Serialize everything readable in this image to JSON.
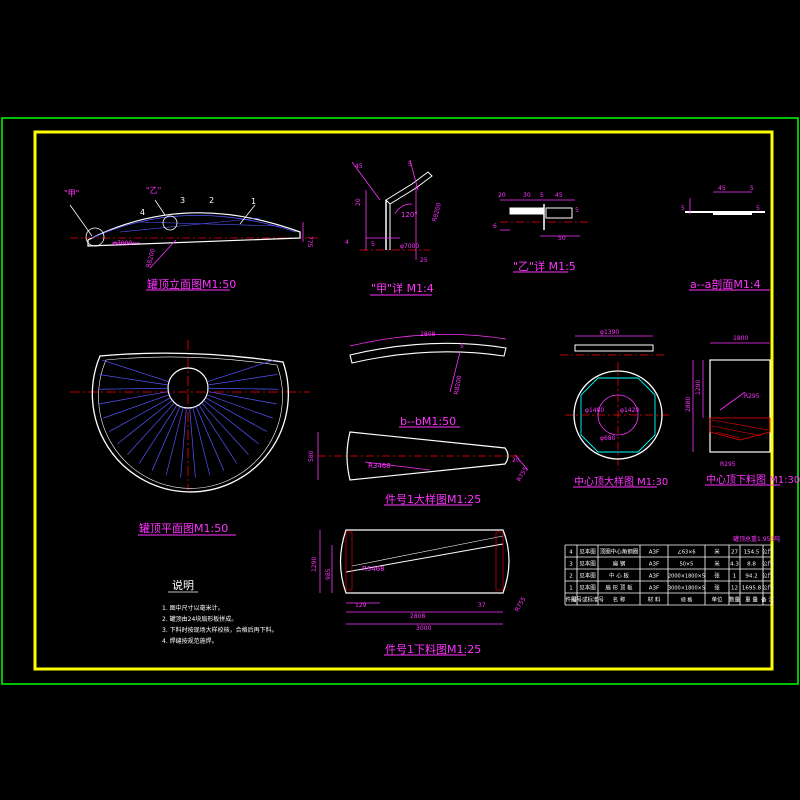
{
  "colors": {
    "background": "#000000",
    "outer_frame": "#00ff00",
    "inner_frame": "#ffff00",
    "title_text": "#ff33ff",
    "dimension": "#ff33ff",
    "geometry": "#ffffff",
    "centerline": "#ff0000",
    "hatch": "#ff0000",
    "rays": "#5555ff"
  },
  "views": {
    "elevation": {
      "title": "罐顶立面图M1:50",
      "callout_jia": "\"甲\"",
      "callout_yi": "\"乙\"",
      "numbers": [
        "1",
        "2",
        "3",
        "4"
      ],
      "dim_phi": "φ7000",
      "dim_r": "R8200",
      "dim_h": "775"
    },
    "detail_jia": {
      "title": "\"甲\"详 M1:4",
      "angle": "120°",
      "dim_r": "R8200",
      "dim_phi": "φ7000",
      "dims": [
        "45",
        "20",
        "5",
        "4",
        "5",
        "25"
      ]
    },
    "detail_yi": {
      "title": "\"乙\"详 M1:5",
      "dims": [
        "20",
        "30",
        "5",
        "45",
        "50",
        "6",
        "5"
      ]
    },
    "section_aa": {
      "title": "a--a剖面M1:4",
      "dims": [
        "45",
        "5",
        "5",
        "5"
      ]
    },
    "plan": {
      "title": "罐顶平面图M1:50"
    },
    "section_bb": {
      "title": "b--bM1:50",
      "dims": [
        "2808",
        "5",
        "R8200"
      ]
    },
    "part1_large": {
      "title": "件号1大样图M1:25",
      "dims": [
        "580",
        "R3468",
        "20",
        "R755"
      ]
    },
    "center_plate": {
      "title": "中心顶大样图 M1:30",
      "dims": [
        "φ1390",
        "φ1480",
        "φ1420",
        "φ680"
      ]
    },
    "center_cut": {
      "title": "中心顶下料图 M1:30",
      "dims": [
        "1800",
        "1290",
        "2880",
        "R295",
        "R295"
      ]
    },
    "part1_cut": {
      "title": "件号1下料图M1:25",
      "dims": [
        "1290",
        "985",
        "R3468",
        "129",
        "2808",
        "37",
        "R755",
        "3000"
      ]
    }
  },
  "notes": {
    "heading": "说明",
    "items": [
      "1. 图中尺寸以毫米计。",
      "2. 罐顶由24块扇形板拼成。",
      "3. 下料时按现场大样校核，合格后再下料。",
      "4. 焊缝按规范施焊。"
    ]
  },
  "bom": {
    "total_weight": "罐顶总重1.953吨",
    "header": [
      "件号",
      "图号或标准号",
      "名 称",
      "材 料",
      "规 格",
      "单位",
      "数量",
      "重 量",
      "备 注"
    ],
    "rows": [
      [
        "4",
        "见本图",
        "顶圈中心角钢圈",
        "A3F",
        "∠63×6",
        "米",
        "27",
        "154.5",
        "公斤"
      ],
      [
        "3",
        "见本图",
        "扁 钢",
        "A3F",
        "50×5",
        "米",
        "4.3",
        "8.8",
        "公斤"
      ],
      [
        "2",
        "见本图",
        "中 心 板",
        "A3F",
        "2000×1800×5",
        "张",
        "1",
        "94.2",
        "公斤"
      ],
      [
        "1",
        "见本图",
        "扇 形 顶 板",
        "A3F",
        "3000×1800×5",
        "张",
        "12",
        "1695.8",
        "公斤"
      ]
    ]
  }
}
